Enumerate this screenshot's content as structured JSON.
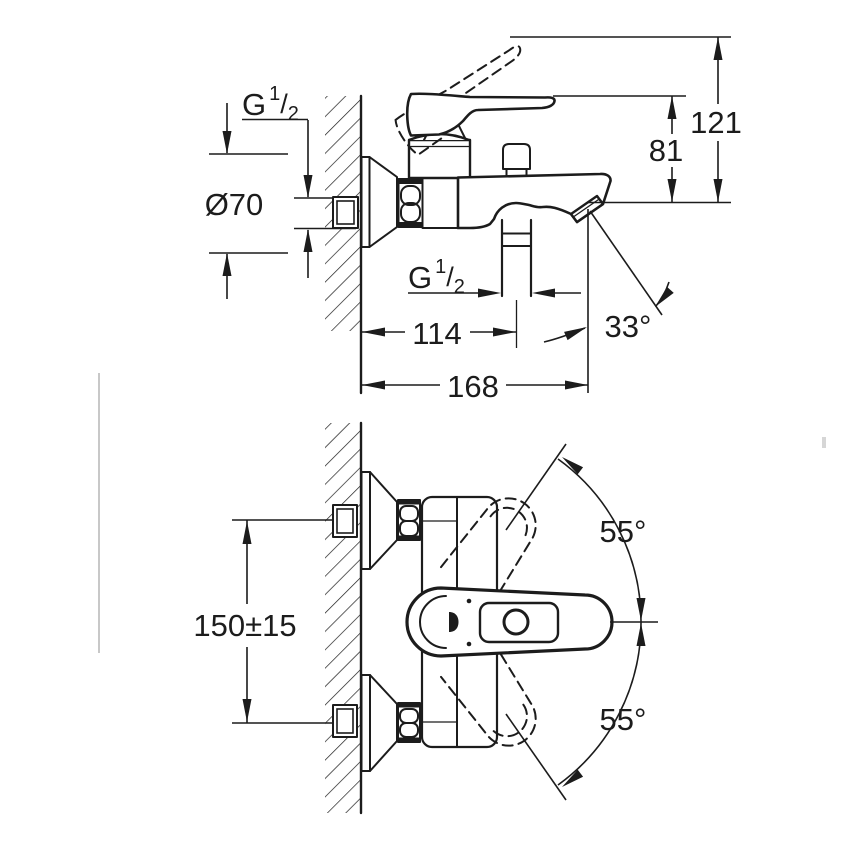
{
  "drawing": {
    "side_view": {
      "thread_wall": {
        "g": "G",
        "sup": "1",
        "slash": "/",
        "sub": "2"
      },
      "escutcheon_diameter": "Ø70",
      "height_overall": "121",
      "height_to_spout": "81",
      "depth_to_outlet": "114",
      "depth_overall": "168",
      "spout_angle": "33°",
      "thread_outlet": {
        "g": "G",
        "sup": "1",
        "slash": "/",
        "sub": "2"
      }
    },
    "front_view": {
      "hole_distance": "150±15",
      "handle_angle_upper": "55°",
      "handle_angle_lower": "55°"
    },
    "colors": {
      "line": "#1c1c1c",
      "background": "#ffffff"
    }
  }
}
